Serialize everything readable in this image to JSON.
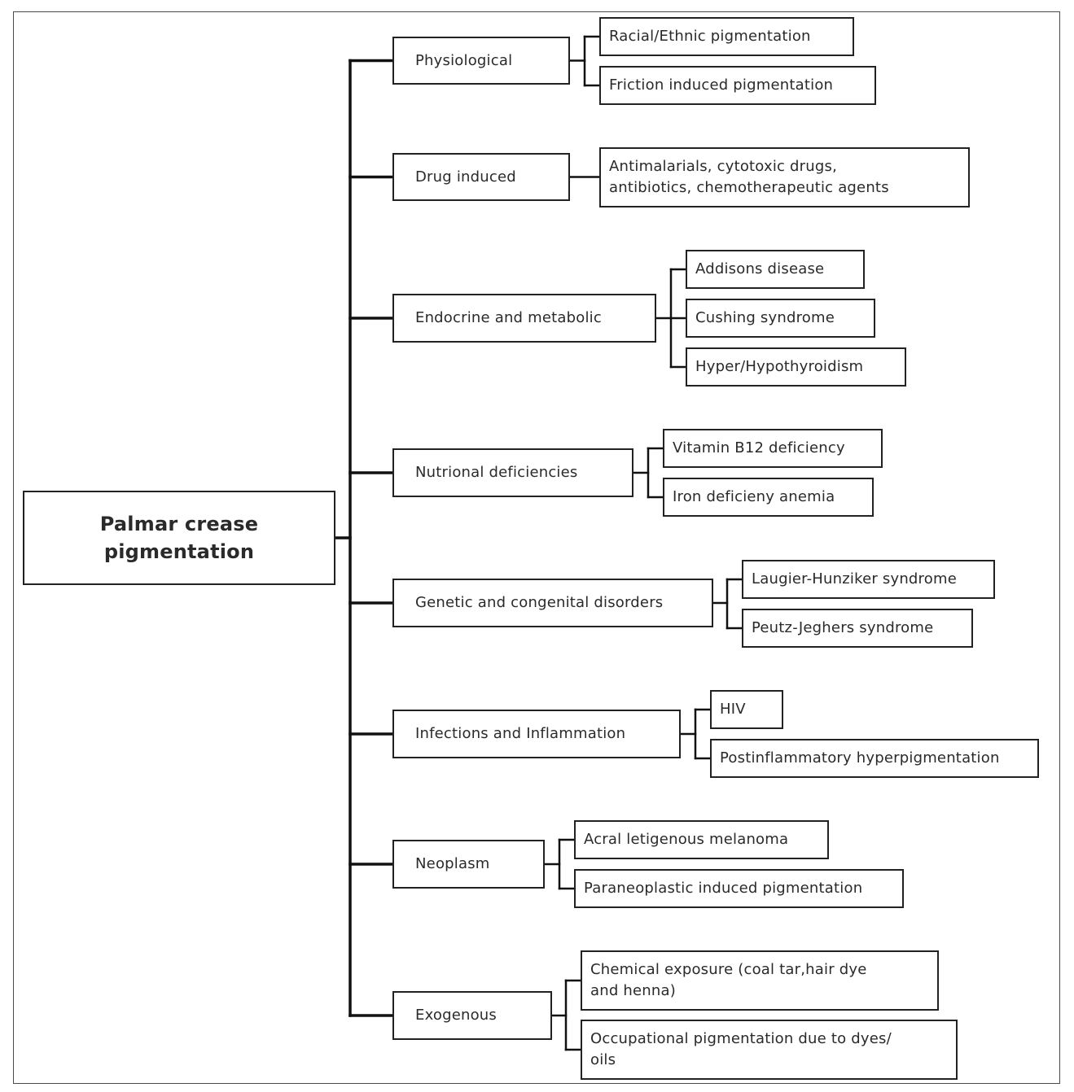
{
  "root": {
    "label": "Palmar crease\npigmentation"
  },
  "categories": [
    {
      "label": "Physiological",
      "children": [
        "Racial/Ethnic pigmentation",
        "Friction induced pigmentation"
      ]
    },
    {
      "label": "Drug induced",
      "children": [
        "Antimalarials, cytotoxic drugs,\nantibiotics, chemotherapeutic agents"
      ]
    },
    {
      "label": "Endocrine and metabolic",
      "children": [
        "Addisons disease",
        "Cushing syndrome",
        "Hyper/Hypothyroidism"
      ]
    },
    {
      "label": "Nutrional deficiencies",
      "children": [
        "Vitamin B12 deficiency",
        "Iron deficieny anemia"
      ]
    },
    {
      "label": "Genetic and congenital disorders",
      "children": [
        "Laugier-Hunziker syndrome",
        "Peutz-Jeghers syndrome"
      ]
    },
    {
      "label": "Infections and Inflammation",
      "children": [
        "HIV",
        "Postinflammatory hyperpigmentation"
      ]
    },
    {
      "label": "Neoplasm",
      "children": [
        "Acral letigenous melanoma",
        "Paraneoplastic induced pigmentation"
      ]
    },
    {
      "label": "Exogenous",
      "children": [
        "Chemical exposure (coal tar,hair dye\nand henna)",
        "Occupational pigmentation due to dyes/\noils"
      ]
    }
  ]
}
